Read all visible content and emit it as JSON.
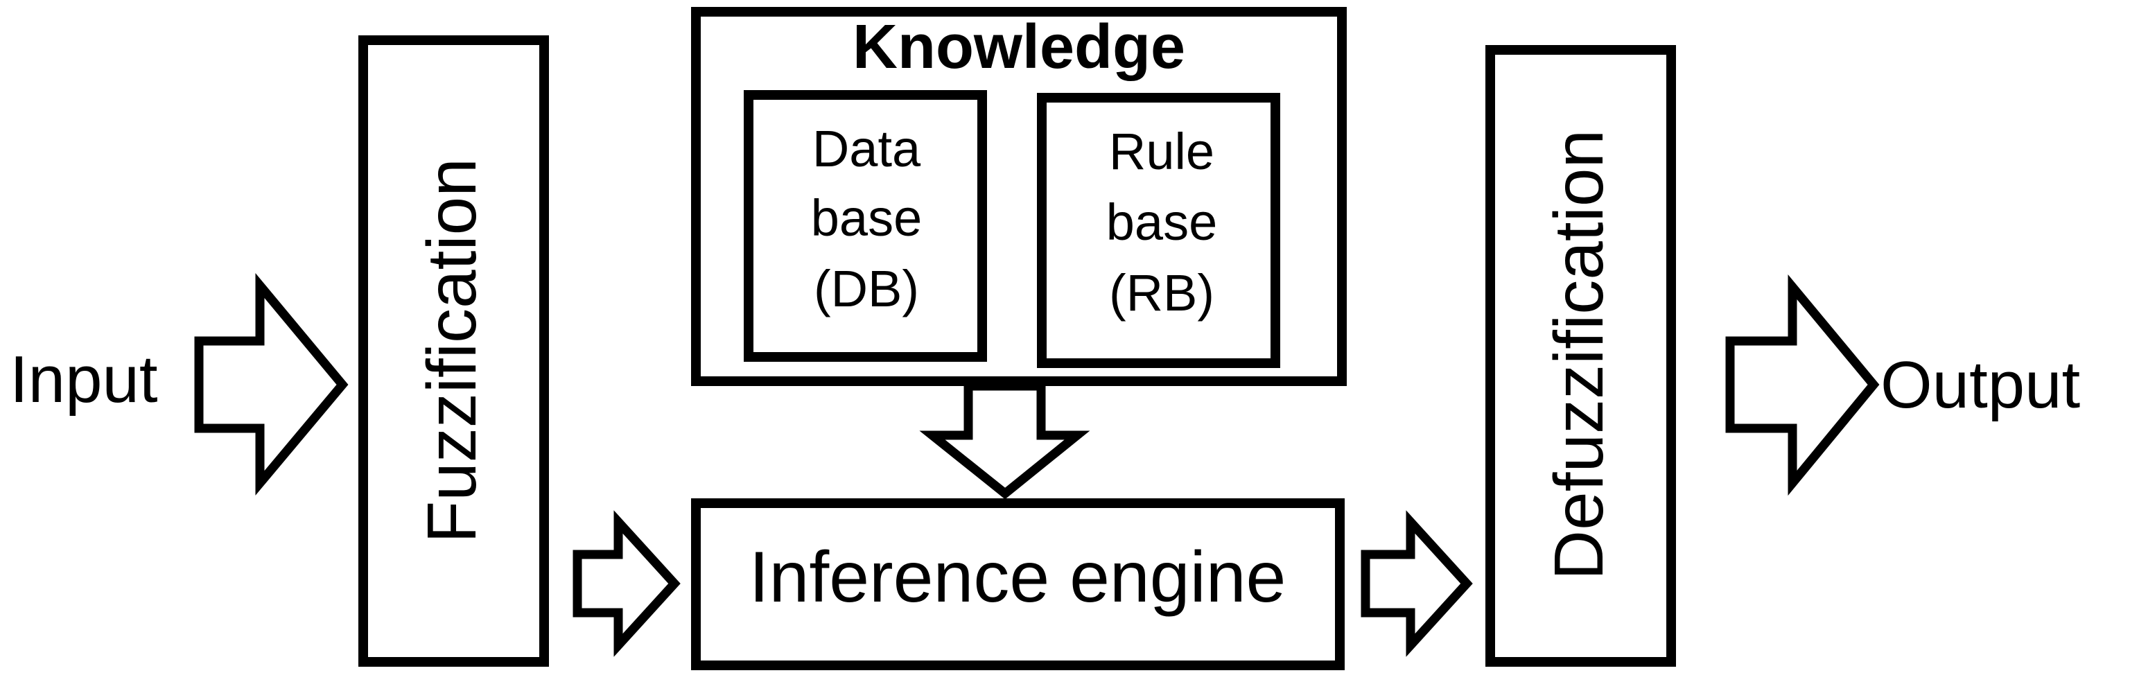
{
  "diagram": {
    "input_label": "Input",
    "output_label": "Output",
    "fuzzification_label": "Fuzzification",
    "defuzzification_label": "Defuzzification",
    "knowledge": {
      "title": "Knowledge",
      "data_base": {
        "line1": "Data",
        "line2": "base",
        "line3": "(DB)"
      },
      "rule_base": {
        "line1": "Rule",
        "line2": "base",
        "line3": "(RB)"
      }
    },
    "inference_engine_label": "Inference engine"
  },
  "colors": {
    "stroke": "#000000",
    "background": "#ffffff"
  }
}
